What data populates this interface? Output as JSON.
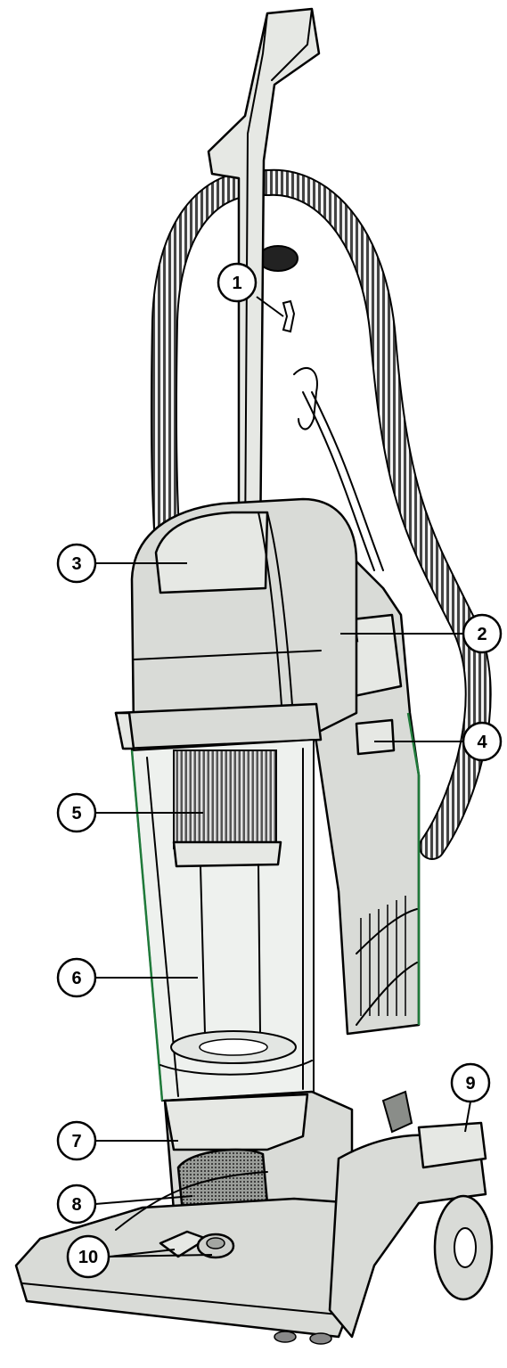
{
  "accent_color": "#1f7a3a",
  "callouts": [
    {
      "id": "1",
      "label": "1"
    },
    {
      "id": "2",
      "label": "2"
    },
    {
      "id": "3",
      "label": "3"
    },
    {
      "id": "4",
      "label": "4"
    },
    {
      "id": "5",
      "label": "5"
    },
    {
      "id": "6",
      "label": "6"
    },
    {
      "id": "7",
      "label": "7"
    },
    {
      "id": "8",
      "label": "8"
    },
    {
      "id": "9",
      "label": "9"
    },
    {
      "id": "10",
      "label": "10"
    }
  ]
}
